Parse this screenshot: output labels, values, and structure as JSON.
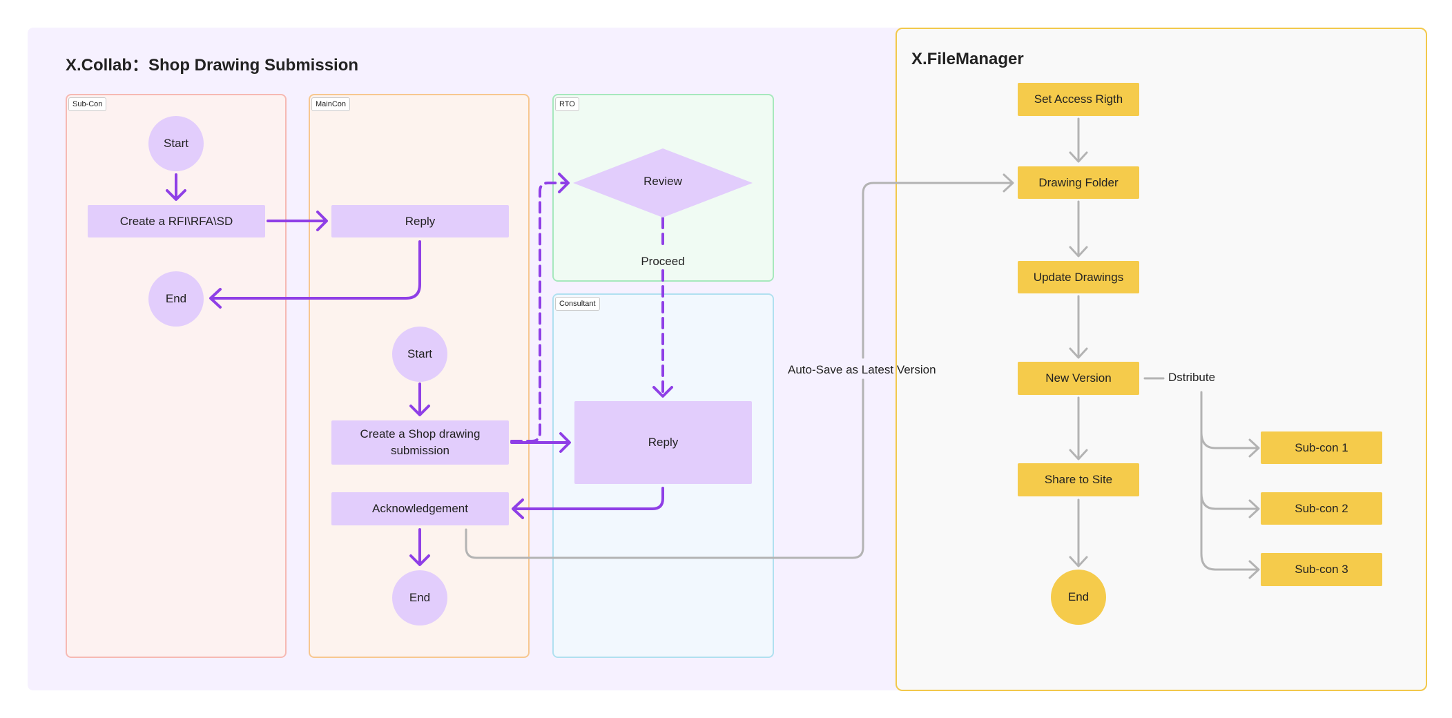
{
  "collab": {
    "title": "X.Collab：Shop Drawing Submission",
    "lanes": {
      "subcon": "Sub-Con",
      "maincon": "MainCon",
      "rto": "RTO",
      "consultant": "Consultant"
    },
    "nodes": {
      "subcon_start": "Start",
      "subcon_create": "Create a RFI\\RFA\\SD",
      "subcon_end": "End",
      "main_reply": "Reply",
      "main_start": "Start",
      "main_create": "Create a Shop drawing submission",
      "main_ack": "Acknowledgement",
      "main_end": "End",
      "rto_review": "Review",
      "rto_proceed": "Proceed",
      "cons_reply": "Reply"
    },
    "autosave_label": "Auto-Save as Latest Version"
  },
  "filemanager": {
    "title": "X.FileManager",
    "nodes": {
      "access": "Set Access Rigth",
      "folder": "Drawing Folder",
      "update": "Update Drawings",
      "version": "New Version",
      "share": "Share to Site",
      "end": "End"
    },
    "distribute_label": "Dstribute",
    "subcons": [
      "Sub-con 1",
      "Sub-con 2",
      "Sub-con 3"
    ]
  },
  "colors": {
    "purple_node": "#e2cdfc",
    "purple_arrow": "#8f3fe6",
    "yellow_node": "#f5cb4b",
    "gray_arrow": "#b3b3b3",
    "collab_bg": "#f6f1ff"
  }
}
